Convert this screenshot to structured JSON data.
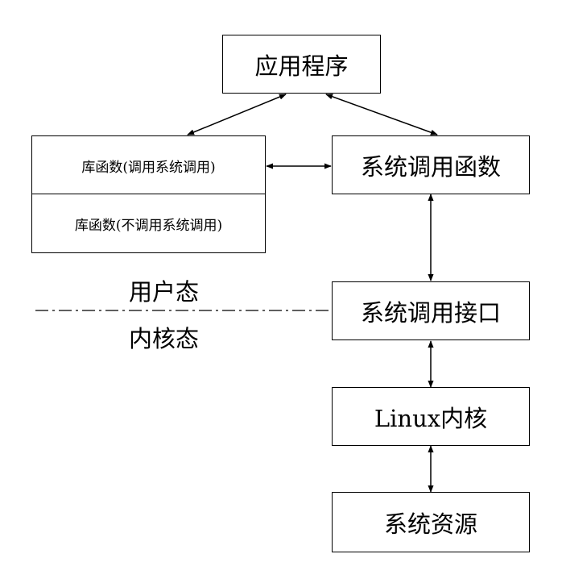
{
  "nodes": {
    "app": "应用程序",
    "lib_syscall": "库函数(调用系统调用)",
    "lib_nosyscall": "库函数(不调用系统调用)",
    "syscall_func": "系统调用函数",
    "syscall_iface": "系统调用接口",
    "kernel": "Linux内核",
    "resources": "系统资源"
  },
  "zones": {
    "user": "用户态",
    "kernel": "内核态"
  }
}
